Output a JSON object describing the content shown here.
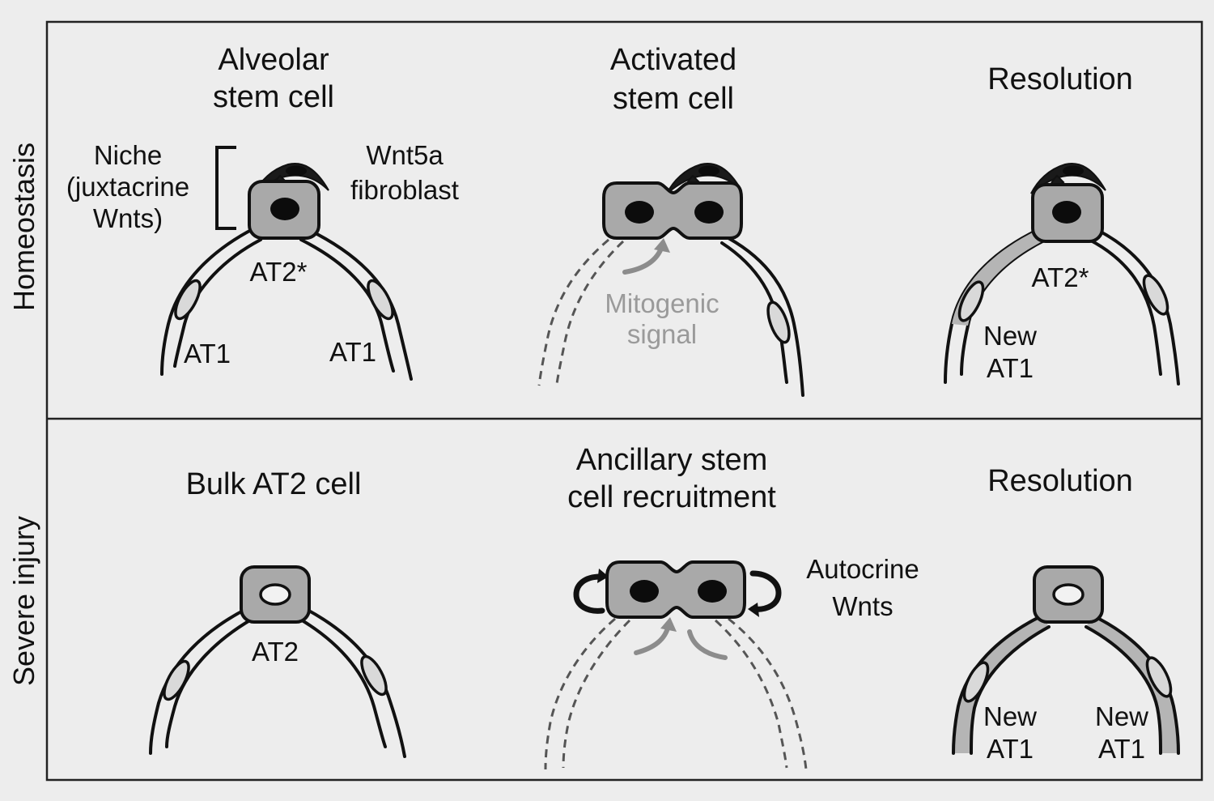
{
  "rows": [
    {
      "label": "Homeostasis",
      "panels": [
        {
          "title_lines": [
            "Alveolar",
            "stem cell"
          ],
          "labels": {
            "niche": [
              "Niche",
              "(juxtacrine",
              "Wnts)"
            ],
            "fibroblast": [
              "Wnt5a",
              "fibroblast"
            ],
            "center": "AT2*",
            "left": "AT1",
            "right": "AT1"
          }
        },
        {
          "title_lines": [
            "Activated",
            "stem cell"
          ],
          "labels": {
            "signal": [
              "Mitogenic",
              "signal"
            ]
          }
        },
        {
          "title_lines": [
            "Resolution"
          ],
          "labels": {
            "center": "AT2*",
            "new_at1": [
              "New",
              "AT1"
            ]
          }
        }
      ]
    },
    {
      "label": "Severe injury",
      "panels": [
        {
          "title_lines": [
            "Bulk AT2 cell"
          ],
          "labels": {
            "center": "AT2"
          }
        },
        {
          "title_lines": [
            "Ancillary stem",
            "cell recruitment"
          ],
          "labels": {
            "autocrine": [
              "Autocrine",
              "Wnts"
            ]
          }
        },
        {
          "title_lines": [
            "Resolution"
          ],
          "labels": {
            "new_at1_left": [
              "New",
              "AT1"
            ],
            "new_at1_right": [
              "New",
              "AT1"
            ]
          }
        }
      ]
    }
  ]
}
